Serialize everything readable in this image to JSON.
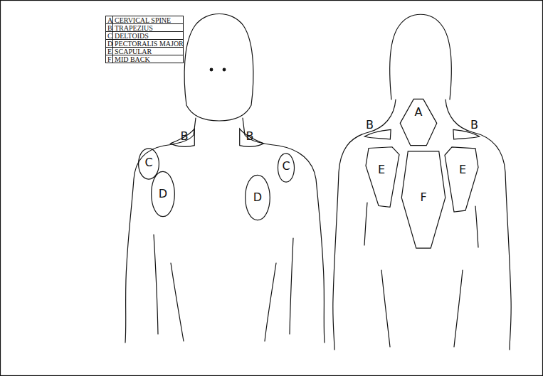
{
  "diagram": {
    "nodes": [
      {
        "text": [
          "B"
        ]
      },
      {
        "text": [
          "B"
        ]
      },
      {
        "text": [
          "C"
        ]
      },
      {
        "text": [
          "C"
        ]
      },
      {
        "text": [
          "D"
        ]
      },
      {
        "text": [
          "D"
        ]
      },
      {
        "text": [
          "A"
        ]
      },
      {
        "text": [
          "B"
        ]
      },
      {
        "text": [
          "B"
        ]
      },
      {
        "text": [
          "E"
        ]
      },
      {
        "text": [
          "F"
        ]
      },
      {
        "text": [
          "E"
        ]
      }
    ],
    "labels": [
      "A",
      "CERVICAL SPINE",
      "B",
      "TRAPEZIUS",
      "C",
      "DELTOIDS",
      "D",
      "PECTORALIS MAJOR",
      "E",
      "SCAPULAR",
      "F",
      "MID BACK"
    ]
  }
}
